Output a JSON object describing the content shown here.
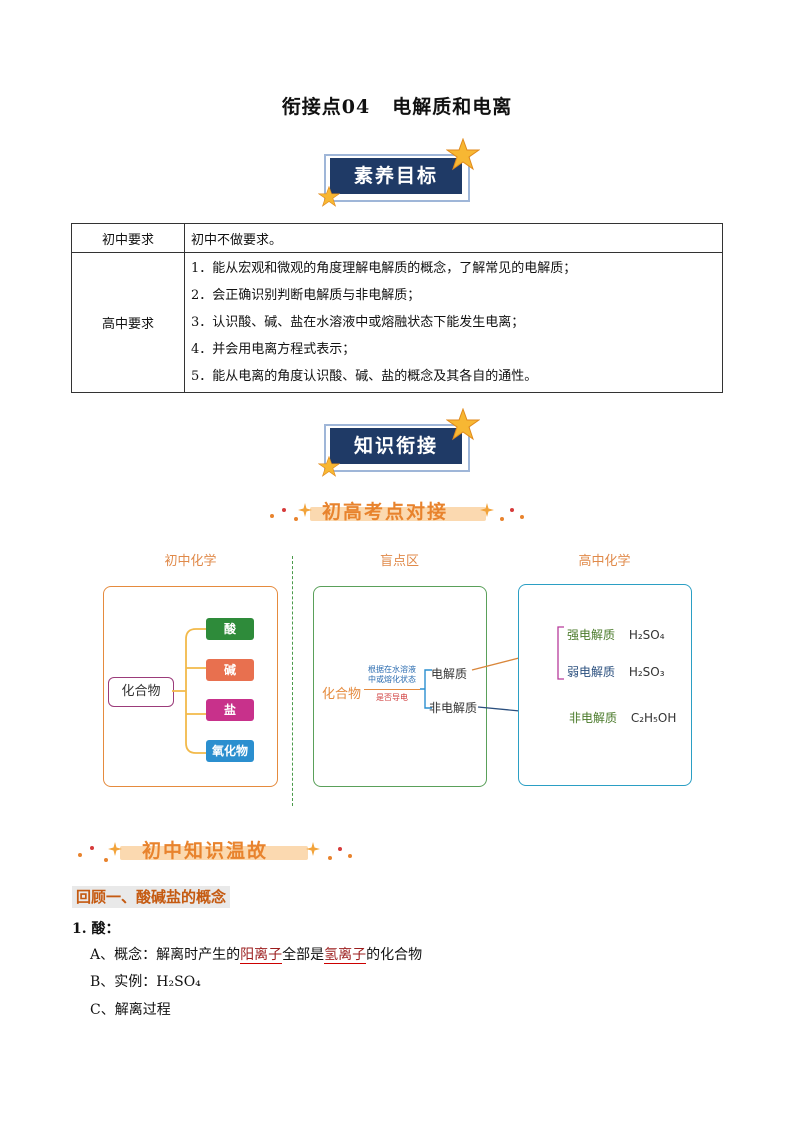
{
  "title": {
    "prefix": "衔接点04",
    "main": "电解质和电离"
  },
  "badge1": "素养目标",
  "table": {
    "row1": {
      "label": "初中要求",
      "text": "初中不做要求。"
    },
    "row2": {
      "label": "高中要求",
      "items": [
        "1．能从宏观和微观的角度理解电解质的概念，了解常见的电解质；",
        "2．会正确识别判断电解质与非电解质；",
        "3．认识酸、碱、盐在水溶液中或熔融状态下能发生电离；",
        "4．并会用电离方程式表示；",
        "5．能从电离的角度认识酸、碱、盐的概念及其各自的通性。"
      ]
    }
  },
  "badge2": "知识衔接",
  "ribbon1": "初高考点对接",
  "diagram": {
    "col1": "初中化学",
    "col2": "盲点区",
    "col3": "高中化学",
    "compound1": "化合物",
    "pills": [
      "酸",
      "碱",
      "盐",
      "氧化物"
    ],
    "pill_colors": [
      "#2e8b3a",
      "#e8704f",
      "#c8318b",
      "#2b8fcf"
    ],
    "compound2": "化合物",
    "criterion_top": "根据在水溶液",
    "criterion_mid": "中或熔化状态",
    "criterion_bot": "是否导电",
    "electrolyte": "电解质",
    "nonelectrolyte": "非电解质",
    "strong": {
      "label": "强电解质",
      "formula": "H₂SO₄"
    },
    "weak": {
      "label": "弱电解质",
      "formula": "H₂SO₃"
    },
    "non": {
      "label": "非电解质",
      "formula": "C₂H₅OH"
    }
  },
  "ribbon2": "初中知识温故",
  "review": {
    "heading": "回顾一、酸碱盐的概念",
    "item": "1. 酸：",
    "a_pre": "A、概念：解离时产生的",
    "a_u1": "阳离子",
    "a_mid": "全部是",
    "a_u2": "氢离子",
    "a_post": "的化合物",
    "b_pre": "B、实例：",
    "b_formula": "H₂SO₄",
    "c": "C、解离过程"
  }
}
